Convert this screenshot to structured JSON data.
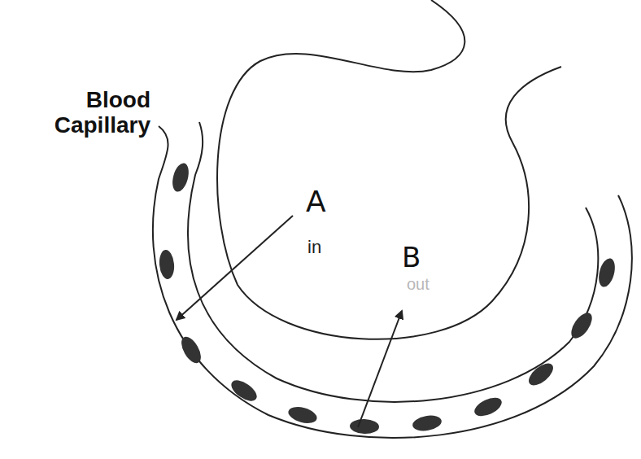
{
  "diagram": {
    "labels": [
      "Blood Capillary",
      "A",
      "in",
      "B",
      "out"
    ]
  }
}
